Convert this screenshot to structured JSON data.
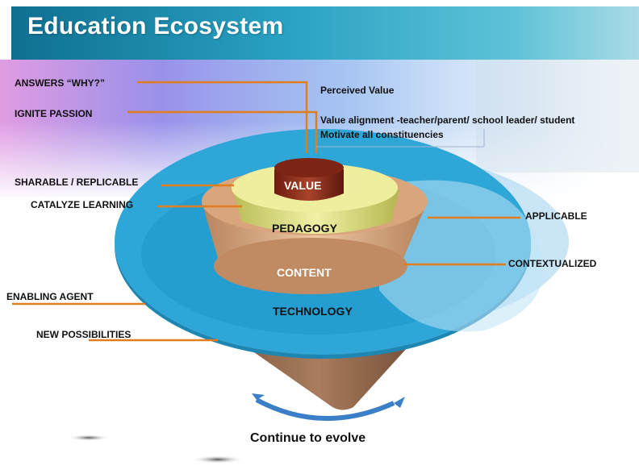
{
  "title": "Education Ecosystem",
  "left_labels": {
    "answers_why": "ANSWERS “WHY?”",
    "ignite_passion": "IGNITE PASSION",
    "sharable": "SHARABLE / REPLICABLE",
    "catalyze": "CATALYZE LEARNING",
    "enabling_agent": "ENABLING AGENT",
    "new_possibilities": "NEW POSSIBILITIES"
  },
  "right_labels": {
    "perceived_value": "Perceived Value",
    "value_alignment": "Value alignment -teacher/parent/ school leader/ student",
    "motivate": "Motivate all constituencies",
    "applicable": "APPLICABLE",
    "contextualized": "CONTEXTUALIZED"
  },
  "layers": {
    "value": "VALUE",
    "pedagogy": "PEDAGOGY",
    "content": "CONTENT",
    "technology": "TECHNOLOGY"
  },
  "footer": "Continue to evolve",
  "colors": {
    "connector": "#e07d1f",
    "banner": "#1e8fae",
    "technology": "#2aa6d6",
    "content": "#c89a74",
    "pedagogy": "#e3e28c",
    "value": "#8b2b1a"
  }
}
